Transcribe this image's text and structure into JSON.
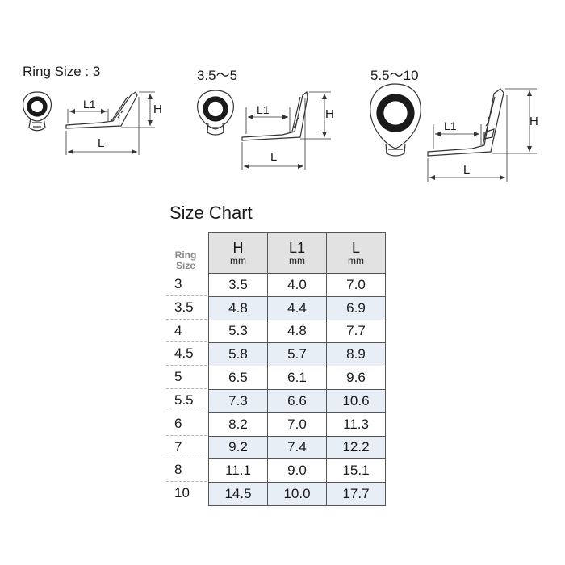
{
  "diagram_labels": {
    "size1": "Ring Size : 3",
    "size2": "3.5〜5",
    "size3": "5.5〜10",
    "dim_l1": "L1",
    "dim_h": "H",
    "dim_l": "L"
  },
  "size_chart": {
    "title": "Size Chart",
    "ring_size_header": [
      "Ring",
      "Size"
    ],
    "columns": [
      {
        "label": "H",
        "unit": "mm"
      },
      {
        "label": "L1",
        "unit": "mm"
      },
      {
        "label": "L",
        "unit": "mm"
      }
    ],
    "rows": [
      {
        "size": "3",
        "h": "3.5",
        "l1": "4.0",
        "l": "7.0"
      },
      {
        "size": "3.5",
        "h": "4.8",
        "l1": "4.4",
        "l": "6.9"
      },
      {
        "size": "4",
        "h": "5.3",
        "l1": "4.8",
        "l": "7.7"
      },
      {
        "size": "4.5",
        "h": "5.8",
        "l1": "5.7",
        "l": "8.9"
      },
      {
        "size": "5",
        "h": "6.5",
        "l1": "6.1",
        "l": "9.6"
      },
      {
        "size": "5.5",
        "h": "7.3",
        "l1": "6.6",
        "l": "10.6"
      },
      {
        "size": "6",
        "h": "8.2",
        "l1": "7.0",
        "l": "11.3"
      },
      {
        "size": "7",
        "h": "9.2",
        "l1": "7.4",
        "l": "12.2"
      },
      {
        "size": "8",
        "h": "11.1",
        "l1": "9.0",
        "l": "15.1"
      },
      {
        "size": "10",
        "h": "14.5",
        "l1": "10.0",
        "l": "17.7"
      }
    ]
  }
}
